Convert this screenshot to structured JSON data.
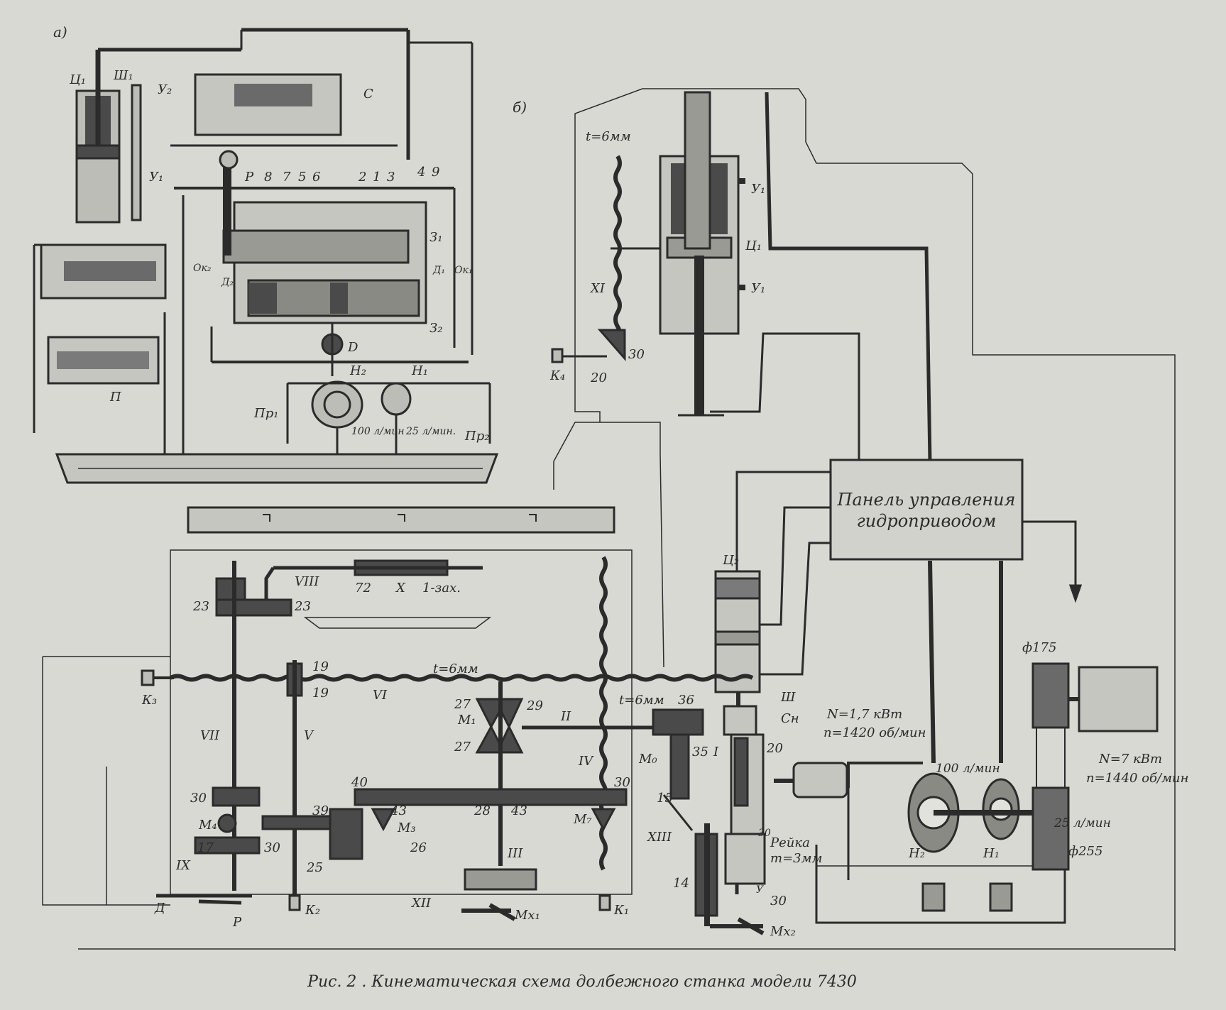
{
  "colors": {
    "paper": "#d9d9d4",
    "ink": "#2b2b2b",
    "dark_fill": "#4a4a4a",
    "medium_fill": "#7a7a7a",
    "light_fill": "#bdbdb7"
  },
  "panel_a": {
    "marker": "а)",
    "labels": {
      "c1": "Ц₁",
      "sh1": "Ш₁",
      "u2": "У₂",
      "u1": "У₁",
      "c": "С",
      "p": "Р",
      "n8": "8",
      "n7": "7",
      "n5": "5",
      "n6": "6",
      "n2": "2",
      "n1": "1",
      "n3": "3",
      "n4": "4",
      "n9": "9",
      "z1": "З₁",
      "z2": "З₂",
      "ok2": "Ок₂",
      "d2": "Д₂",
      "d1": "Д₁",
      "ok1": "Ок₁",
      "d": "D",
      "n2pump": "Н₂",
      "n1pump": "Н₁",
      "pr1": "Пр₁",
      "pr2": "Пр₂",
      "p_valve": "П",
      "flow100": "100 л/мин",
      "flow25": "25 л/мин."
    }
  },
  "panel_b": {
    "marker": "б)",
    "labels": {
      "pitch": "t=6мм",
      "xi": "XI",
      "n30": "30",
      "k4": "К₄",
      "n20": "20",
      "u1_top": "У₁",
      "c1": "Ц₁",
      "u1_bottom": "У₁",
      "c2": "Ц₂",
      "panel_line1": "Панель управления",
      "panel_line2": "гидроприводом",
      "sh": "Ш",
      "sn": "Сн",
      "n20b": "20",
      "motor1_power": "N=1,7 кВт",
      "motor1_speed": "n=1420 об/мин",
      "flow100": "100 л/мин",
      "flow25": "25 л/мин",
      "h2": "Н₂",
      "h1": "Н₁",
      "d175": "ф175",
      "d255": "ф255",
      "motor2_power": "N=7 кВт",
      "motor2_speed": "n=1440 об/мин",
      "rack": "Рейка",
      "module": "m=3мм",
      "u": "У",
      "n30b": "30",
      "n30c": "30",
      "n14": "14",
      "mx2": "Мх₂"
    }
  },
  "kinematic": {
    "labels": {
      "viii": "VIII",
      "n72": "72",
      "x": "X",
      "worm": "1-зах.",
      "n23a": "23",
      "n23b": "23",
      "n19a": "19",
      "n19b": "19",
      "k3": "К₃",
      "vi": "VI",
      "pitch1": "t=6мм",
      "pitch2": "t=6мм",
      "vii": "VII",
      "v": "V",
      "n27a": "27",
      "m1": "М₁",
      "n27b": "27",
      "n29": "29",
      "ii": "II",
      "n36": "36",
      "m0": "М₀",
      "n35": "35",
      "i": "I",
      "n15": "15",
      "xiii": "XIII",
      "iv": "IV",
      "n30a": "30",
      "n40": "40",
      "n30b": "30",
      "m4": "М₄",
      "n39": "39",
      "n43a": "43",
      "m3": "М₃",
      "n28": "28",
      "n43b": "43",
      "m7": "М₇",
      "n17": "17",
      "n30c": "30",
      "ix": "IX",
      "n25": "25",
      "n26": "26",
      "iii": "III",
      "d": "Д",
      "p": "Р",
      "k2": "К₂",
      "xii": "XII",
      "mx1": "Мх₁",
      "k1": "К₁"
    }
  },
  "caption": "Рис.  2 . Кинематическая схема долбежного станка модели 7430"
}
